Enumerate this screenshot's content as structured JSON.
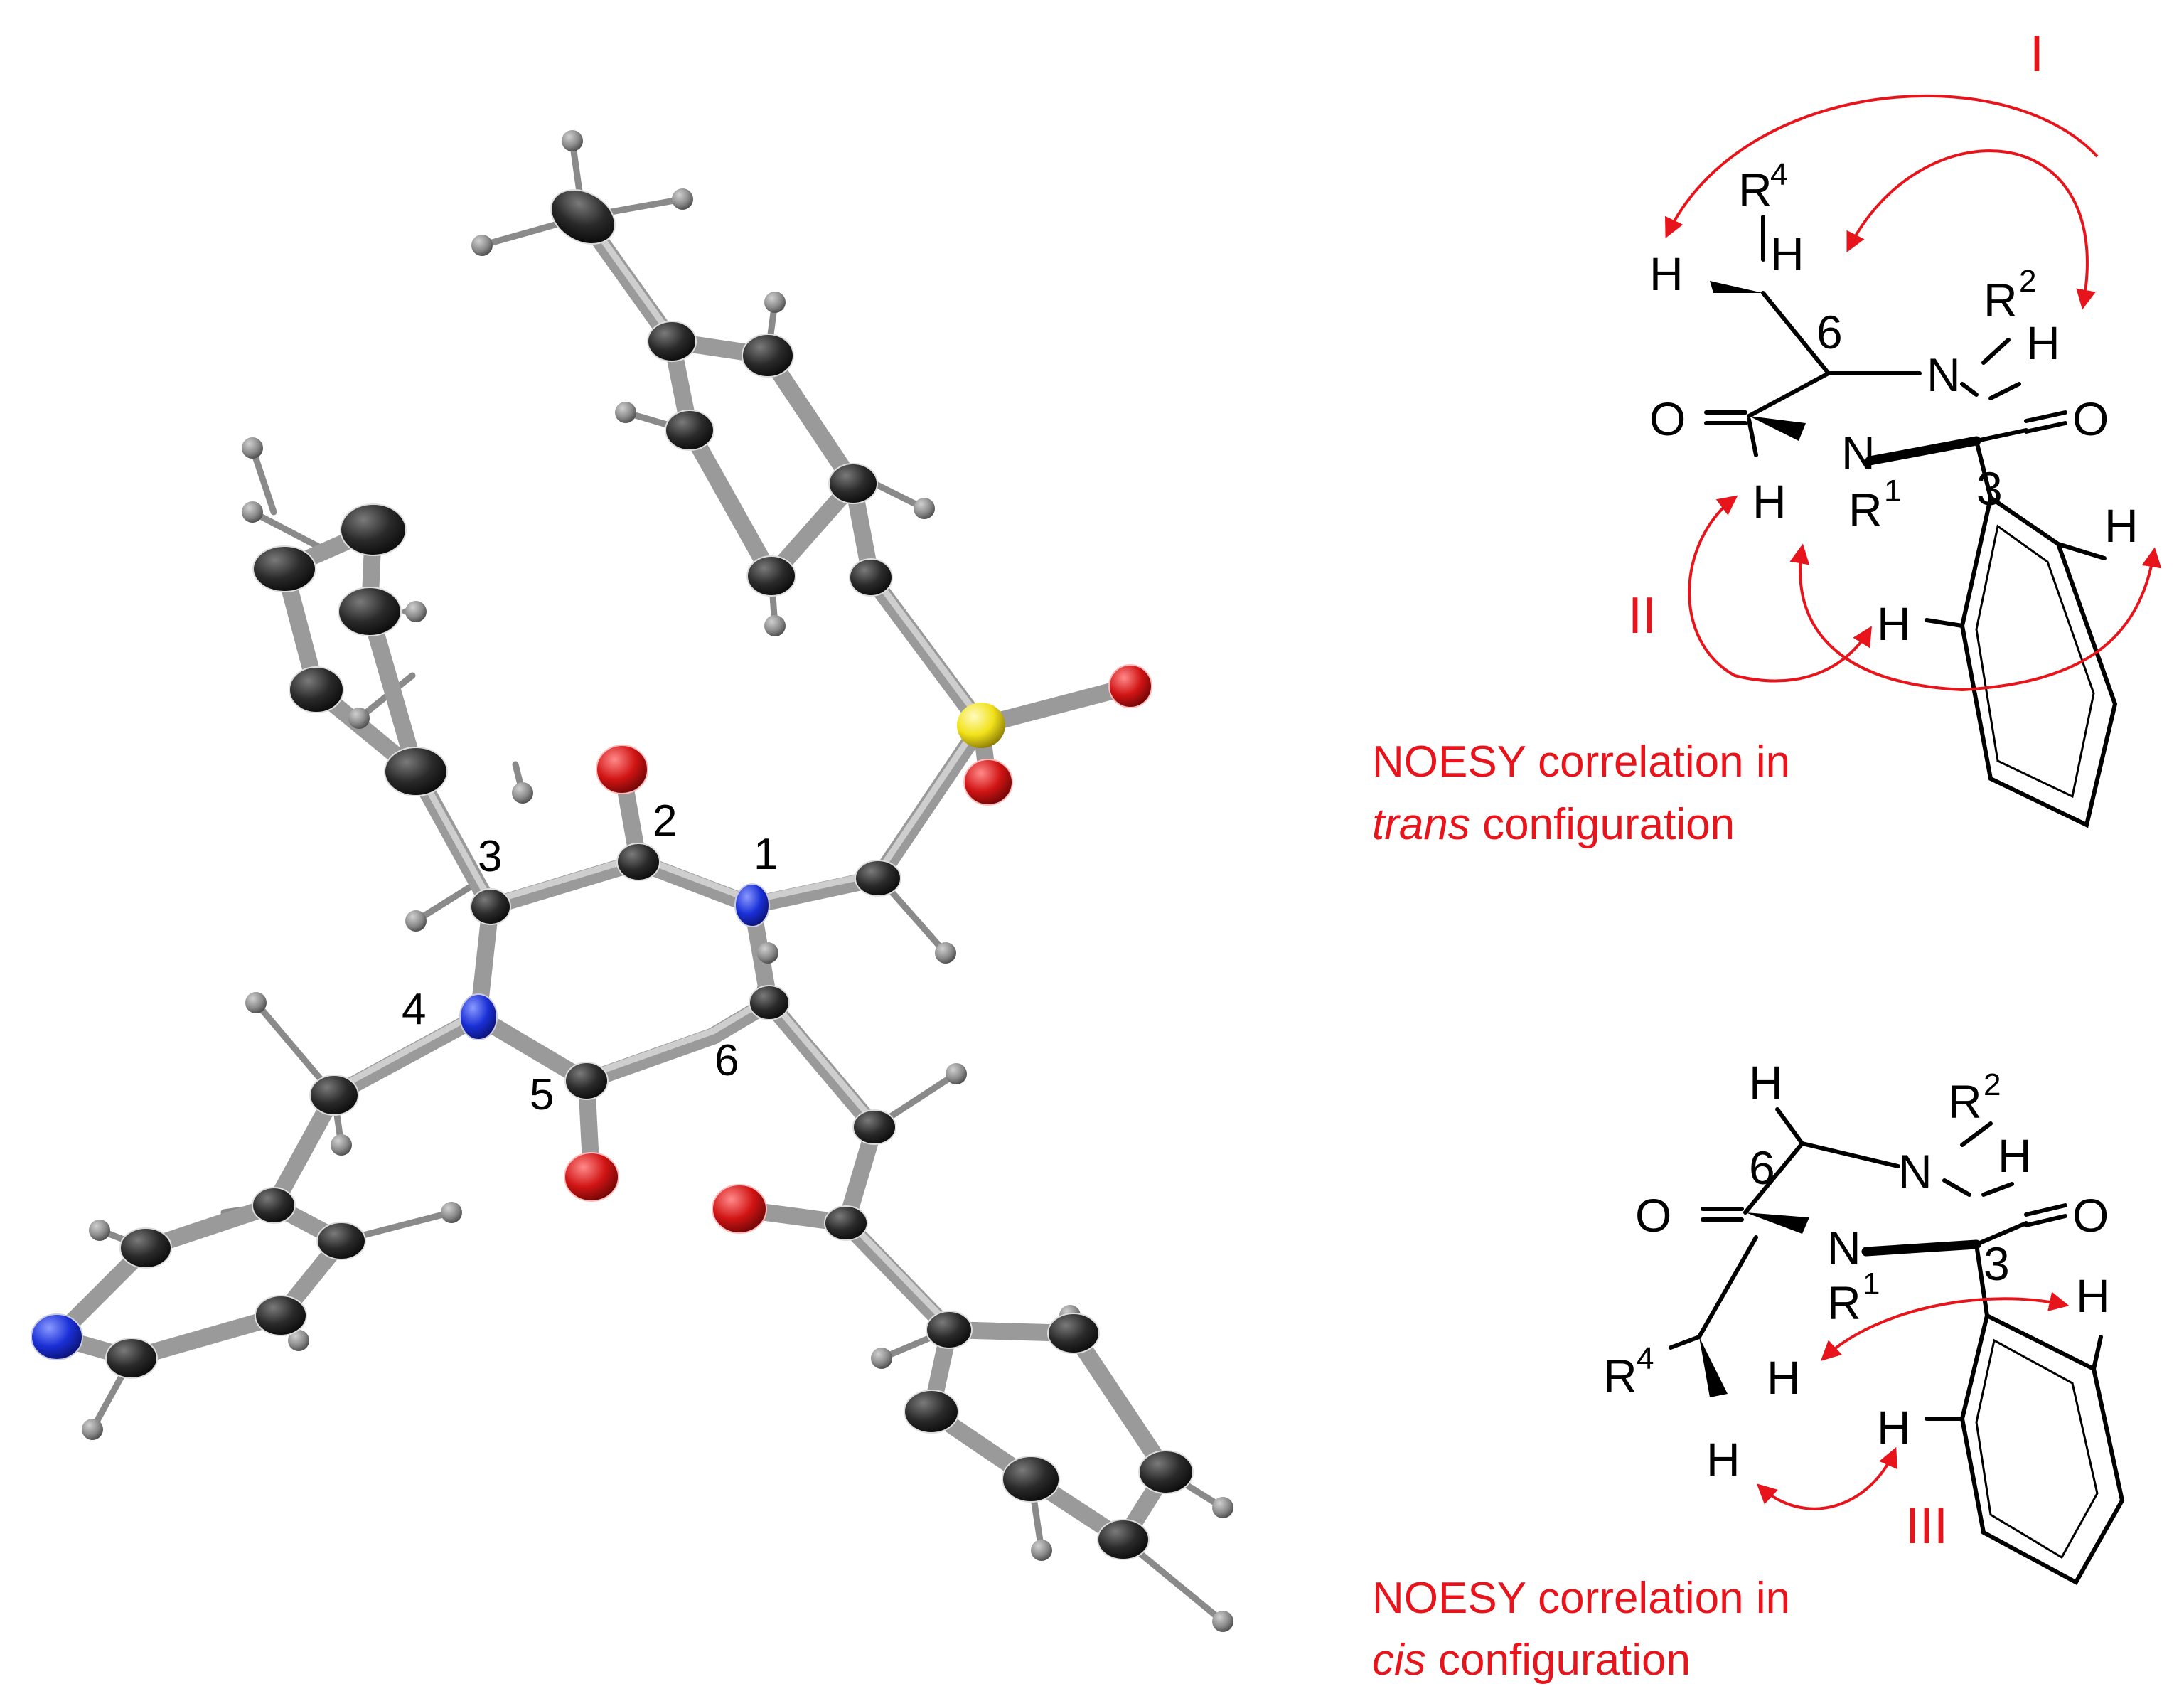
{
  "crystal_structure": {
    "atom_numbers": [
      "1",
      "2",
      "3",
      "4",
      "5",
      "6"
    ],
    "atom_colors": {
      "carbon": "#222222",
      "nitrogen": "#1a2fd6",
      "oxygen": "#d11414",
      "sulfur": "#f2e21a",
      "hydrogen": "#8a8a8a"
    }
  },
  "trans_scheme": {
    "labels": {
      "H_left": "H",
      "H_top": "H",
      "R4": "R",
      "R4_sup": "4",
      "C6": "6",
      "N_top": "N",
      "R2": "R",
      "R2_sup": "2",
      "H_right": "H",
      "O_left": "O",
      "O_right": "O",
      "N_bottom": "N",
      "R1": "R",
      "R1_sup": "1",
      "C3": "3",
      "H_nh": "H",
      "H_ortho": "H",
      "H_ortho2": "H"
    },
    "correlations": [
      "I",
      "II"
    ],
    "caption_line1": "NOESY correlation in",
    "caption_italic": "trans",
    "caption_rest": " configuration"
  },
  "cis_scheme": {
    "labels": {
      "H_top": "H",
      "C6": "6",
      "N_top": "N",
      "R2": "R",
      "R2_sup": "2",
      "H_right": "H",
      "O_left": "O",
      "O_right": "O",
      "N_bottom": "N",
      "R1": "R",
      "R1_sup": "1",
      "C3": "3",
      "H_ph": "H",
      "R4": "R",
      "R4_sup": "4",
      "H_ch": "H",
      "H_bottom": "H",
      "H_ortho": "H"
    },
    "correlations": [
      "III"
    ],
    "caption_line1": "NOESY correlation in",
    "caption_italic": "cis",
    "caption_rest": " configuration"
  },
  "colors": {
    "annotation": "#e8141c",
    "structure": "#000000"
  }
}
